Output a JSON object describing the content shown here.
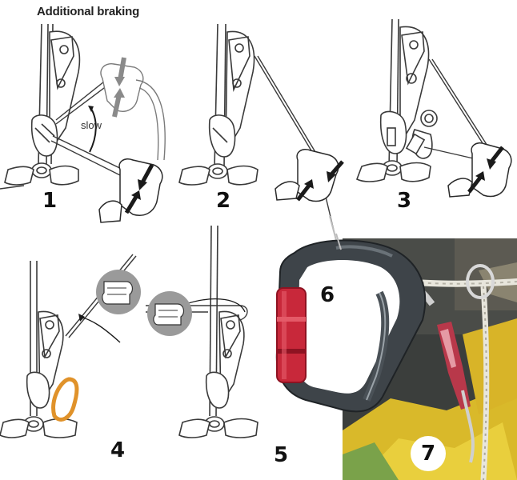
{
  "title": "Additional braking",
  "annotation_slow": "slow",
  "steps": [
    "1",
    "2",
    "3",
    "4",
    "5",
    "6",
    "7"
  ],
  "colors": {
    "line": "#3a3a3a",
    "arrow": "#1a1a1a",
    "arrow_gray": "#8a8a8a",
    "carabiner_orange": "#e0922a",
    "gate_red": "#c8283a",
    "carabiner_dark": "#3e4449",
    "rope_gray": "#bfbfbf",
    "photo_dark": "#2d3030",
    "photo_yellow": "#e8c62a"
  },
  "icons": [
    "fist-icon",
    "hand-brake-icon",
    "descender-icon",
    "carabiner-icon",
    "rope-icon",
    "pulley-icon"
  ]
}
